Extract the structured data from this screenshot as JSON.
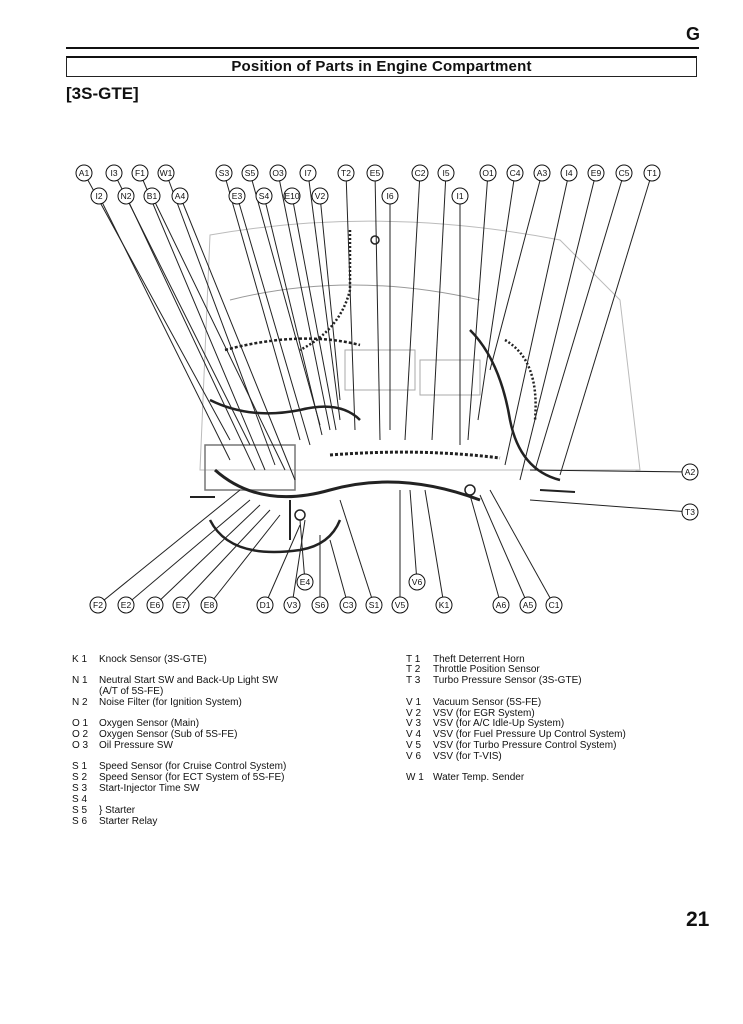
{
  "header": {
    "section_letter": "G",
    "title": "Position of Parts in Engine Compartment",
    "engine_code": "[3S-GTE]"
  },
  "callouts": {
    "top_row1": [
      "A1",
      "I3",
      "F1",
      "W1",
      "S3",
      "S5",
      "O3",
      "I7",
      "T2",
      "E5",
      "C2",
      "I5",
      "O1",
      "C4",
      "A3",
      "I4",
      "E9",
      "C5",
      "T1"
    ],
    "top_row2": [
      "I2",
      "N2",
      "B1",
      "A4",
      "E3",
      "S4",
      "E10",
      "V2",
      "I6",
      "I1"
    ],
    "right": [
      "A2",
      "T3"
    ],
    "bottom_upper": [
      "E4",
      "V6"
    ],
    "bottom_row": [
      "F2",
      "E2",
      "E6",
      "E7",
      "E8",
      "D1",
      "V3",
      "S6",
      "C3",
      "S1",
      "V5",
      "K1",
      "A6",
      "A5",
      "C1"
    ]
  },
  "legend_left": [
    {
      "code": "K 1",
      "desc": "Knock Sensor (3S-GTE)"
    },
    {
      "code": "N 1",
      "desc": "Neutral Start SW and Back-Up Light SW"
    },
    {
      "code": "",
      "desc": "(A/T of 5S-FE)"
    },
    {
      "code": "N 2",
      "desc": "Noise Filter (for Ignition System)"
    },
    {
      "code": "O 1",
      "desc": "Oxygen Sensor (Main)"
    },
    {
      "code": "O 2",
      "desc": "Oxygen Sensor (Sub of 5S-FE)"
    },
    {
      "code": "O 3",
      "desc": "Oil Pressure SW"
    },
    {
      "code": "S 1",
      "desc": "Speed Sensor (for Cruise Control System)"
    },
    {
      "code": "S 2",
      "desc": "Speed Sensor (for ECT System of 5S-FE)"
    },
    {
      "code": "S 3",
      "desc": "Start-Injector Time SW"
    },
    {
      "code": "S 4",
      "desc": ""
    },
    {
      "code": "S 5",
      "desc": "} Starter"
    },
    {
      "code": "S 6",
      "desc": "Starter Relay"
    }
  ],
  "legend_right": [
    {
      "code": "T 1",
      "desc": "Theft Deterrent Horn"
    },
    {
      "code": "T 2",
      "desc": "Throttle Position Sensor"
    },
    {
      "code": "T 3",
      "desc": "Turbo Pressure Sensor (3S-GTE)"
    },
    {
      "code": "V 1",
      "desc": "Vacuum Sensor (5S-FE)"
    },
    {
      "code": "V 2",
      "desc": "VSV (for EGR System)"
    },
    {
      "code": "V 3",
      "desc": "VSV (for A/C Idle-Up System)"
    },
    {
      "code": "V 4",
      "desc": "VSV (for Fuel Pressure Up Control System)"
    },
    {
      "code": "V 5",
      "desc": "VSV (for Turbo Pressure Control System)"
    },
    {
      "code": "V 6",
      "desc": "VSV (for T-VIS)"
    },
    {
      "code": "W 1",
      "desc": "Water Temp. Sender"
    }
  ],
  "page_number": "21"
}
